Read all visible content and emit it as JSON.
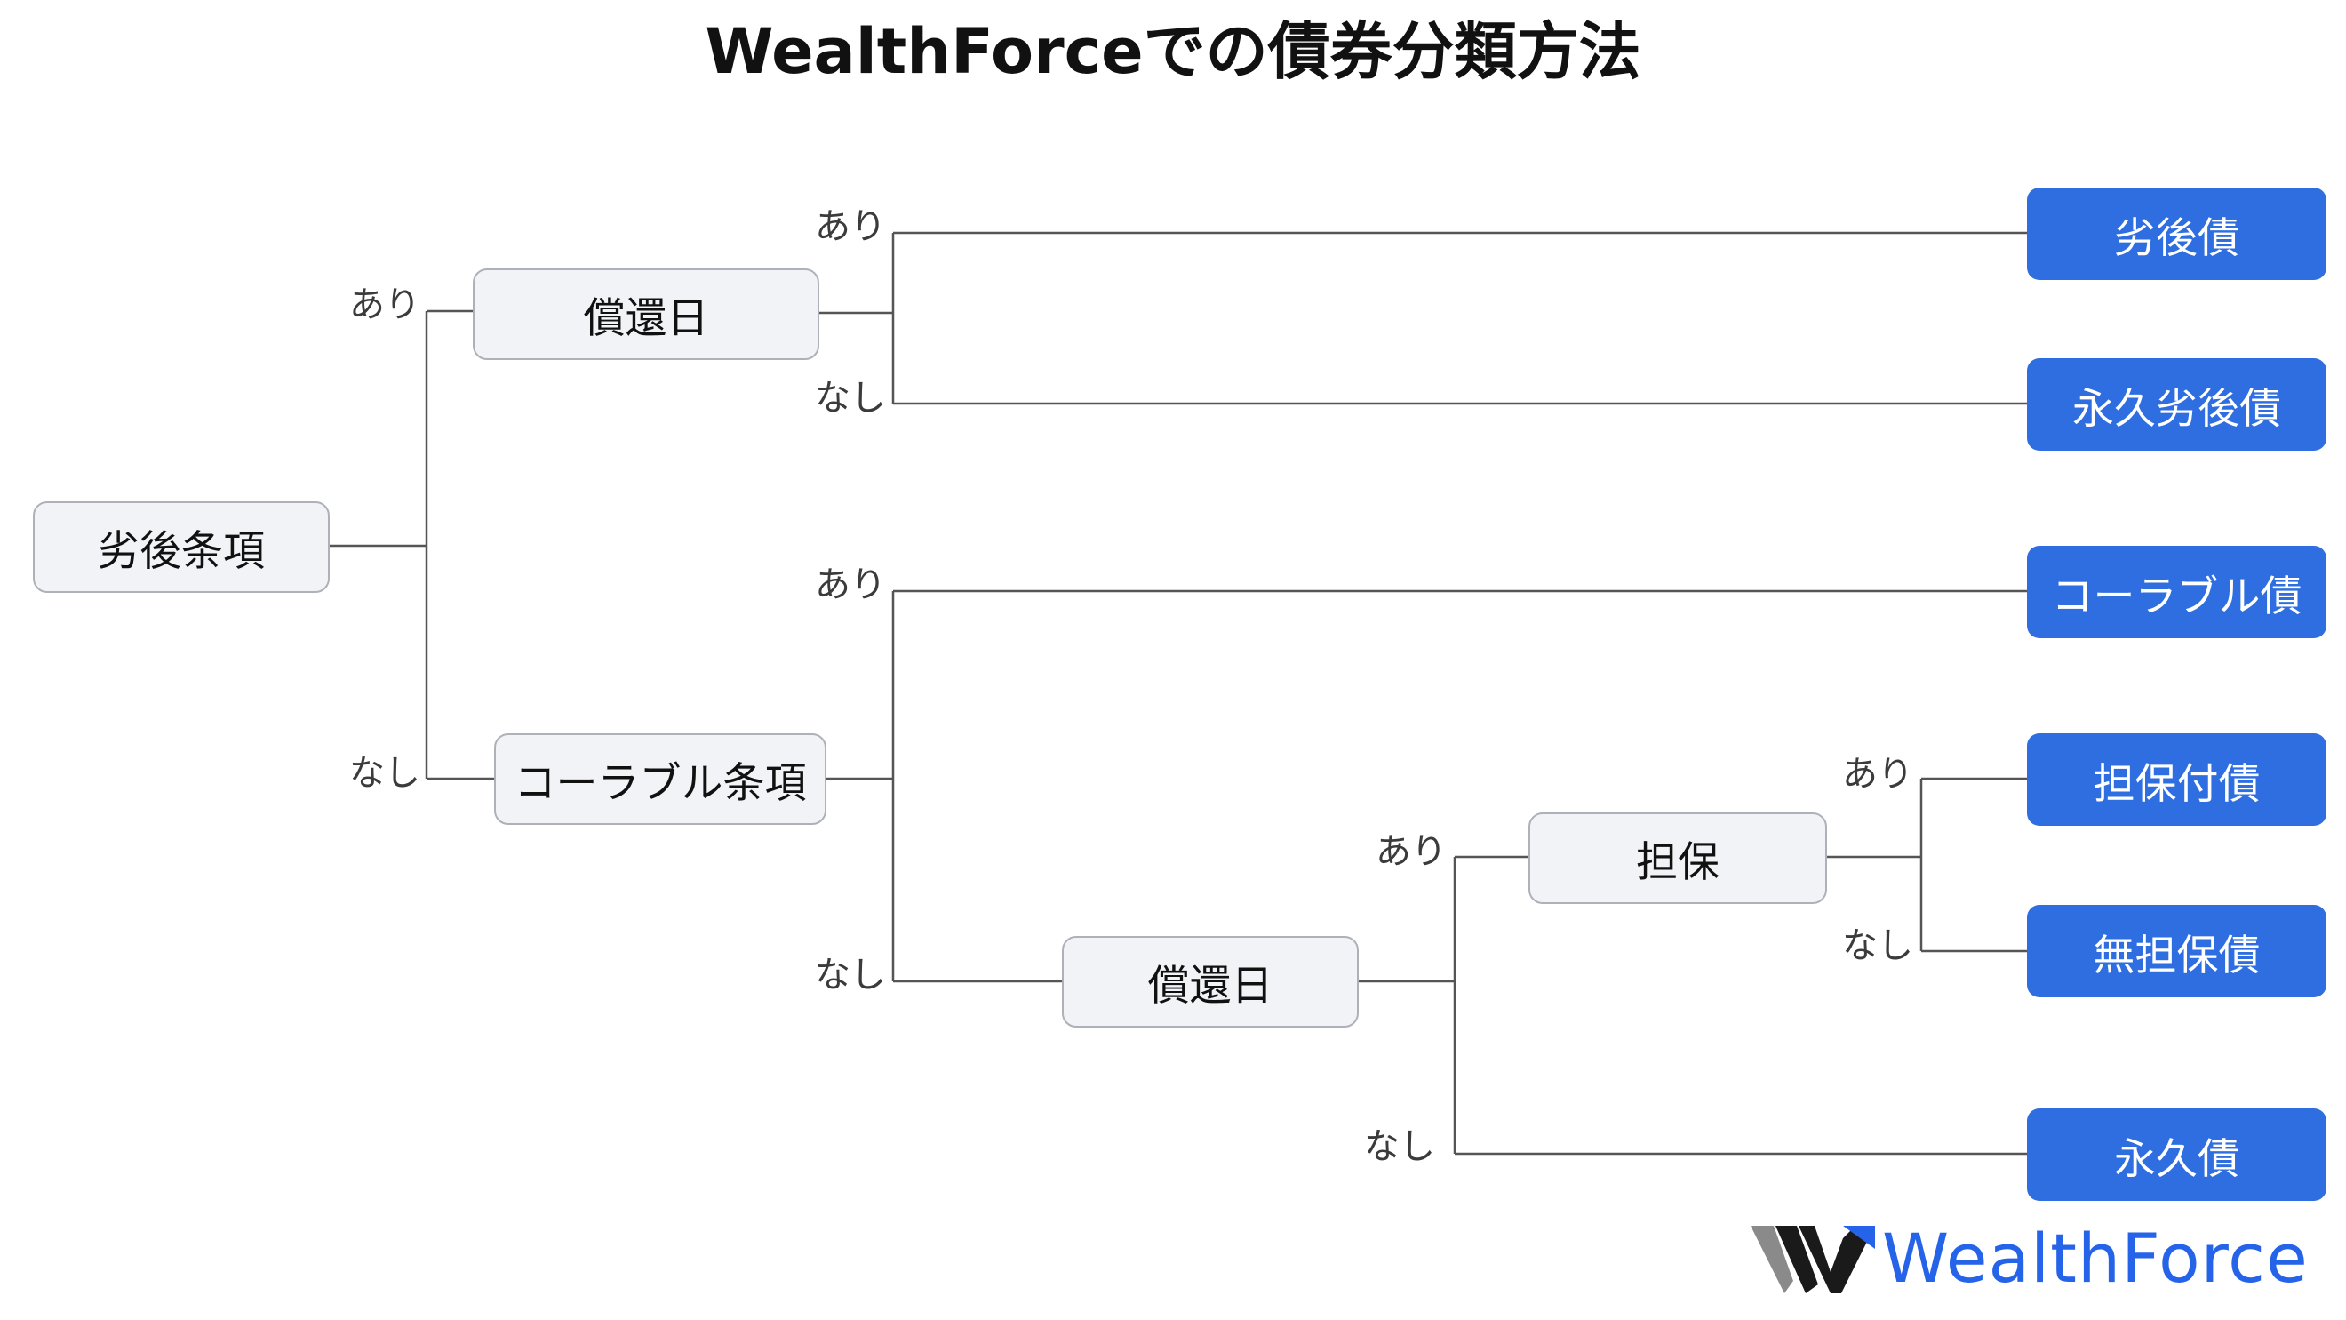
{
  "title": "WealthForceでの債券分類方法",
  "nodes": {
    "root": "劣後条項",
    "maturity_a": "償還日",
    "callable_clause": "コーラブル条項",
    "maturity_b": "償還日",
    "collateral": "担保"
  },
  "leaves": {
    "subordinated": "劣後債",
    "perpetual_subordinated": "永久劣後債",
    "callable": "コーラブル債",
    "secured": "担保付債",
    "unsecured": "無担保債",
    "perpetual": "永久債"
  },
  "labels": {
    "yes": "あり",
    "no": "なし"
  },
  "logo": {
    "text": "WealthForce",
    "brand_color": "#2563e8",
    "mark_color": "#1a1a1a"
  },
  "colors": {
    "leaf_fill": "#2e6ee0",
    "node_fill": "#f2f3f6",
    "node_border": "#aeb1b8",
    "edge": "#555555"
  }
}
